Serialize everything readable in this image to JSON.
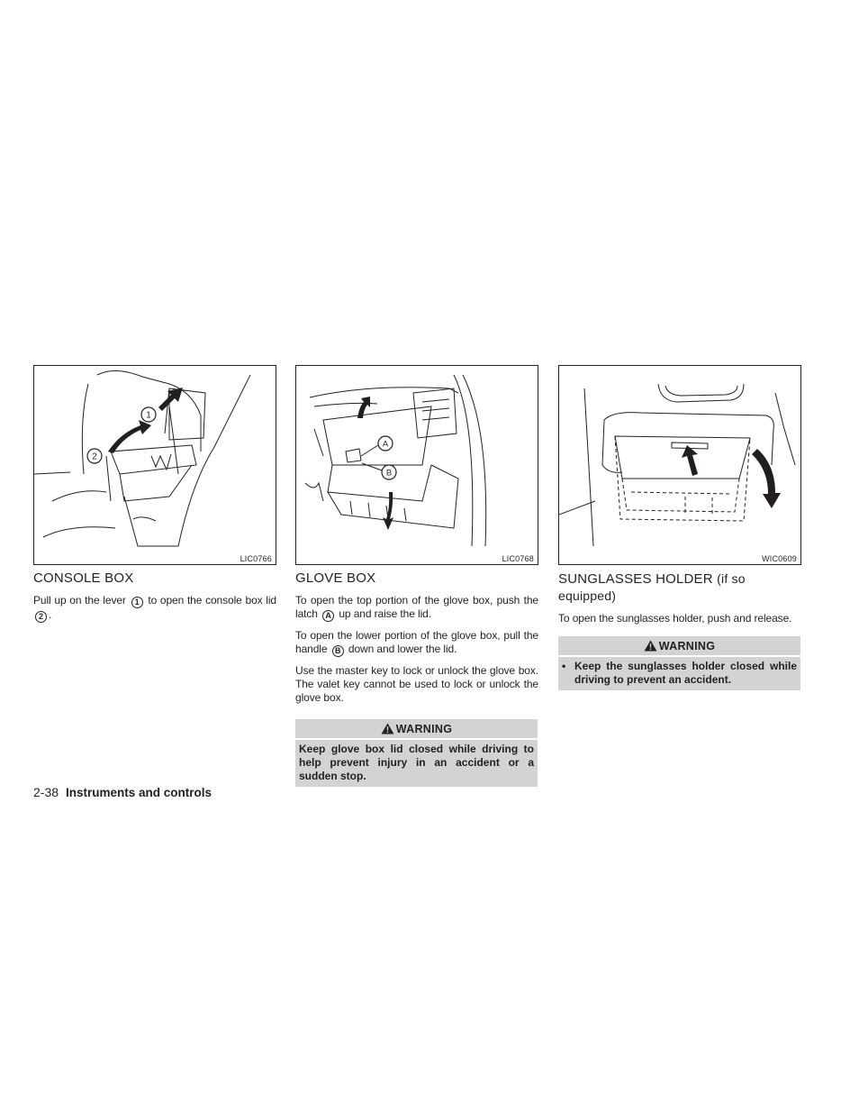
{
  "columns": [
    {
      "figure_code": "LIC0766",
      "heading": "CONSOLE BOX",
      "callouts": [
        "1",
        "2"
      ],
      "paragraphs": [
        {
          "t1": "Pull up on the lever ",
          "c1": "1",
          "t2": " to open the console box lid ",
          "c2": "2",
          "t3": "."
        }
      ]
    },
    {
      "figure_code": "LIC0768",
      "heading": "GLOVE BOX",
      "callouts": [
        "A",
        "B"
      ],
      "paragraphs": [
        {
          "t1": "To open the top portion of the glove box, push the latch ",
          "c1": "A",
          "t2": " up and raise the lid."
        },
        {
          "t1": "To open the lower portion of the glove box, pull the handle ",
          "c1": "B",
          "t2": " down and lower the lid."
        },
        {
          "t1": "Use the master key to lock or unlock the glove box. The valet key cannot be used to lock or unlock the glove box."
        }
      ],
      "warning": {
        "title": "WARNING",
        "text": "Keep glove box lid closed while driving to help prevent injury in an accident or a sudden stop."
      }
    },
    {
      "figure_code": "WIC0609",
      "heading": "SUNGLASSES HOLDER",
      "heading_suffix": "(if so equipped)",
      "paragraphs": [
        {
          "t1": "To open the sunglasses holder, push and release."
        }
      ],
      "warning": {
        "title": "WARNING",
        "bullet": "•",
        "text": "Keep the sunglasses holder closed while driving to prevent an accident."
      }
    }
  ],
  "footer": {
    "page_number": "2-38",
    "section": "Instruments and controls"
  }
}
